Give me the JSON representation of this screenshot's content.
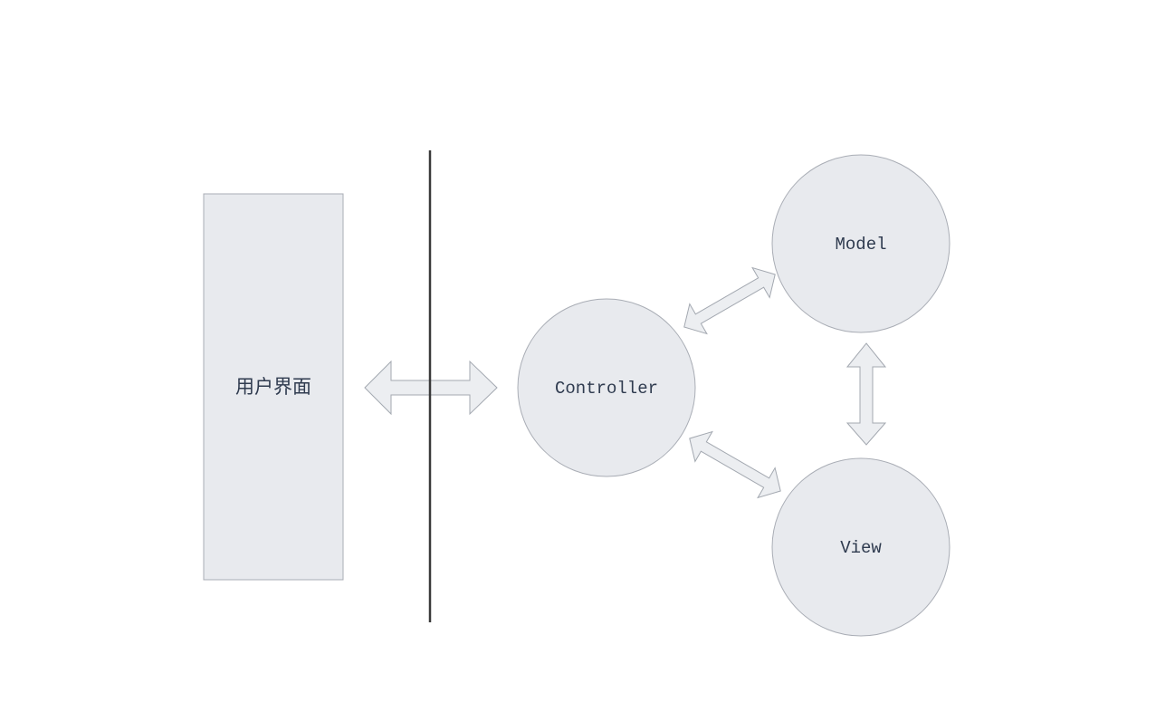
{
  "diagram": {
    "user_interface": {
      "label": "用户界面"
    },
    "controller": {
      "label": "Controller"
    },
    "model": {
      "label": "Model"
    },
    "view": {
      "label": "View"
    }
  },
  "colors": {
    "node_fill": "#e8eaee",
    "node_stroke": "#a9adb5",
    "divider": "#3a3a3a",
    "text": "#2f3b4f"
  }
}
